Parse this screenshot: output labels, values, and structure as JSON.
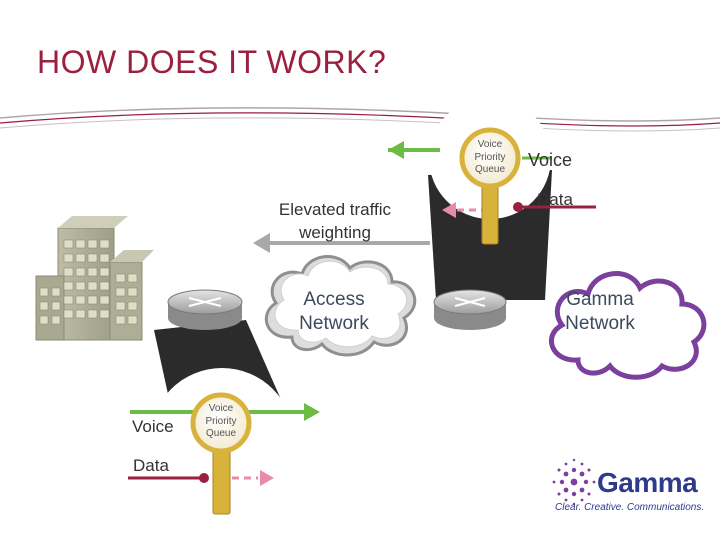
{
  "title": "HOW DOES IT WORK?",
  "top_lens": {
    "queue_label": [
      "Voice",
      "Priority",
      "Queue"
    ],
    "voice_label": "Voice",
    "data_label": "Data"
  },
  "elevated_label": [
    "Elevated traffic",
    "weighting"
  ],
  "access_cloud": [
    "Access",
    "Network"
  ],
  "gamma_cloud": [
    "Gamma",
    "Network"
  ],
  "bottom_lens": {
    "queue_label": [
      "Voice",
      "Priority",
      "Queue"
    ],
    "voice_label": "Voice",
    "data_label": "Data"
  },
  "logo": {
    "brand": "Gamma",
    "tagline": "Clear. Creative. Communications."
  },
  "colors": {
    "title": "#9b1f3f",
    "voice_line": "#6cbb45",
    "data_line": "#9b1f3f",
    "data_dashed": "#e88ba6",
    "lens_gold": "#d8b23a",
    "gamma_cloud_border": "#7b3f9e",
    "access_cloud_border": "#9a9a9a",
    "logo_blue": "#2e3b8c"
  }
}
